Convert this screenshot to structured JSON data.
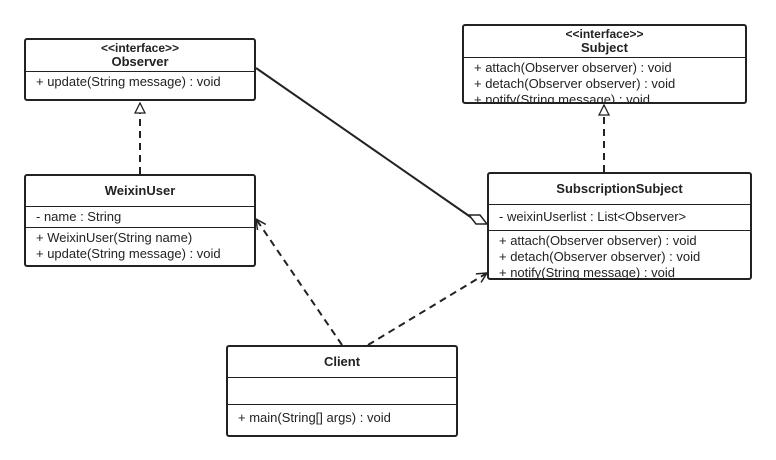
{
  "classes": {
    "observer": {
      "stereotype": "<<interface>>",
      "name": "Observer",
      "attributes": [],
      "operations": [
        "+ update(String message) : void"
      ]
    },
    "subject": {
      "stereotype": "<<interface>>",
      "name": "Subject",
      "attributes": [],
      "operations": [
        "+ attach(Observer observer) : void",
        "+ detach(Observer observer) : void",
        "+ notify(String message) : void"
      ]
    },
    "weixin_user": {
      "name": "WeixinUser",
      "attributes": [
        "- name : String"
      ],
      "operations": [
        "+ WeixinUser(String name)",
        "+ update(String message) : void"
      ]
    },
    "subscription_subject": {
      "name": "SubscriptionSubject",
      "attributes": [
        "- weixinUserlist : List<Observer>"
      ],
      "operations": [
        "+ attach(Observer observer) : void",
        "+ detach(Observer observer) : void",
        "+ notify(String message) : void"
      ]
    },
    "client": {
      "name": "Client",
      "attributes": [],
      "operations": [
        "+ main(String[] args) : void"
      ]
    }
  },
  "relations": [
    {
      "type": "realization",
      "from": "WeixinUser",
      "to": "Observer"
    },
    {
      "type": "realization",
      "from": "SubscriptionSubject",
      "to": "Subject"
    },
    {
      "type": "aggregation",
      "from": "SubscriptionSubject",
      "to": "Observer"
    },
    {
      "type": "dependency",
      "from": "Client",
      "to": "WeixinUser"
    },
    {
      "type": "dependency",
      "from": "Client",
      "to": "SubscriptionSubject"
    }
  ],
  "colors": {
    "line": "#222222",
    "background": "#ffffff"
  }
}
